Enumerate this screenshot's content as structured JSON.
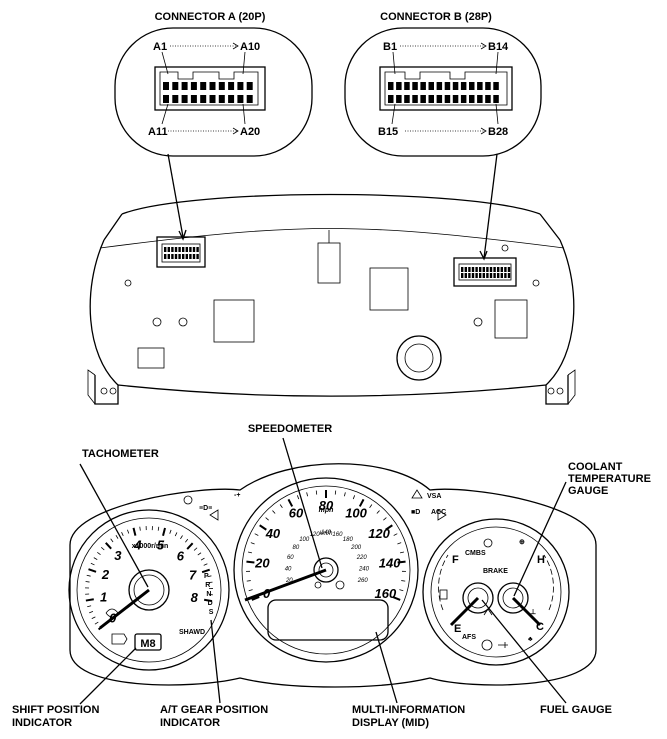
{
  "connectors": {
    "a": {
      "title": "CONNECTOR A (20P)",
      "pin_top_left": "A1",
      "pin_top_right": "A10",
      "pin_bottom_left": "A11",
      "pin_bottom_right": "A20"
    },
    "b": {
      "title": "CONNECTOR B (28P)",
      "pin_top_left": "B1",
      "pin_top_right": "B14",
      "pin_bottom_left": "B15",
      "pin_bottom_right": "B28"
    }
  },
  "callouts": {
    "speedometer": "SPEEDOMETER",
    "tachometer": "TACHOMETER",
    "coolant_l1": "COOLANT",
    "coolant_l2": "TEMPERATURE",
    "coolant_l3": "GAUGE",
    "shift_l1": "SHIFT POSITION",
    "shift_l2": "INDICATOR",
    "at_l1": "A/T GEAR POSITION",
    "at_l2": "INDICATOR",
    "mid_l1": "MULTI-INFORMATION",
    "mid_l2": "DISPLAY (MID)",
    "fuel": "FUEL GAUGE"
  },
  "tachometer": {
    "ticks": [
      "0",
      "1",
      "2",
      "3",
      "4",
      "5",
      "6",
      "7",
      "8"
    ],
    "unit": "x1000r/min",
    "gears": [
      "P",
      "R",
      "N",
      "D",
      "S"
    ],
    "mode": "SHAWD",
    "shift_display": "M8"
  },
  "speedometer": {
    "mph_ticks": [
      "0",
      "20",
      "40",
      "60",
      "80",
      "100",
      "120",
      "140",
      "160"
    ],
    "unit_mph": "mph",
    "kmh_ticks": [
      "20",
      "40",
      "60",
      "80",
      "100",
      "120",
      "140",
      "160",
      "180",
      "200",
      "220",
      "240",
      "260"
    ],
    "unit_kmh": "km/h"
  },
  "indicators": {
    "vsa": "VSA",
    "acc": "ACC",
    "cmbs": "CMBS",
    "brake": "BRAKE",
    "afs": "AFS"
  },
  "fuel_gauge": {
    "full": "F",
    "empty": "E"
  },
  "coolant_gauge": {
    "hot": "H",
    "cold": "C"
  }
}
